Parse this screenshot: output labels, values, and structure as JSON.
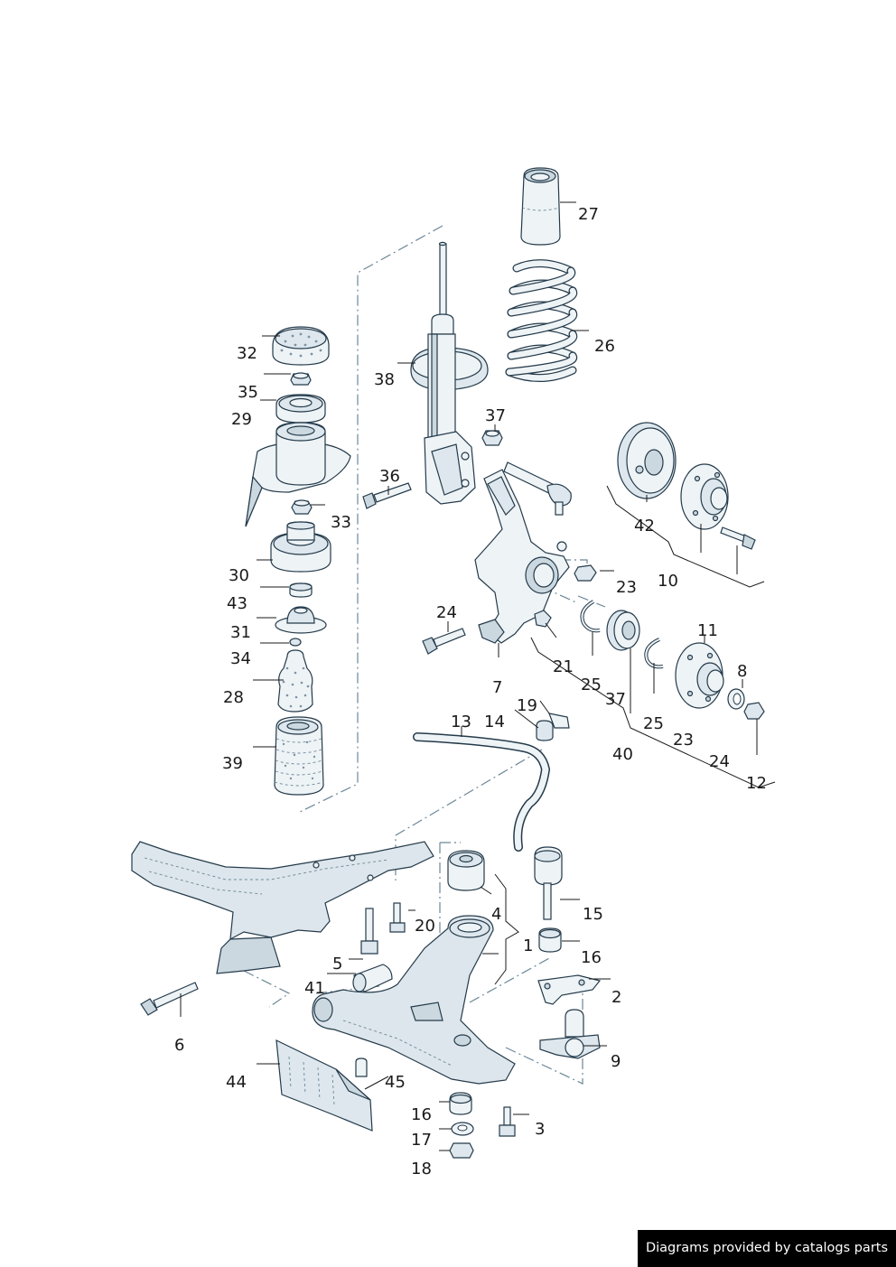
{
  "footer": {
    "text": "Diagrams provided by catalogs parts"
  },
  "callouts": {
    "c1": "1",
    "c2": "2",
    "c3": "3",
    "c4": "4",
    "c5": "5",
    "c6": "6",
    "c7": "7",
    "c8": "8",
    "c9": "9",
    "c10": "10",
    "c11": "11",
    "c12": "12",
    "c13": "13",
    "c14": "14",
    "c15": "15",
    "c16a": "16",
    "c16b": "16",
    "c17": "17",
    "c18": "18",
    "c19": "19",
    "c20": "20",
    "c21": "21",
    "c23a": "23",
    "c23b": "23",
    "c24a": "24",
    "c24b": "24",
    "c25a": "25",
    "c25b": "25",
    "c26": "26",
    "c27": "27",
    "c28": "28",
    "c29": "29",
    "c30": "30",
    "c31": "31",
    "c32": "32",
    "c33": "33",
    "c34": "34",
    "c35": "35",
    "c36": "36",
    "c37a": "37",
    "c37b": "37",
    "c38": "38",
    "c39": "39",
    "c40": "40",
    "c41": "41",
    "c42": "42",
    "c43": "43",
    "c44": "44",
    "c45": "45"
  },
  "colors": {
    "line": "#243a4a",
    "fill": "#eef3f6",
    "shade": "#cbd8e0",
    "footer_bg": "#000000"
  }
}
